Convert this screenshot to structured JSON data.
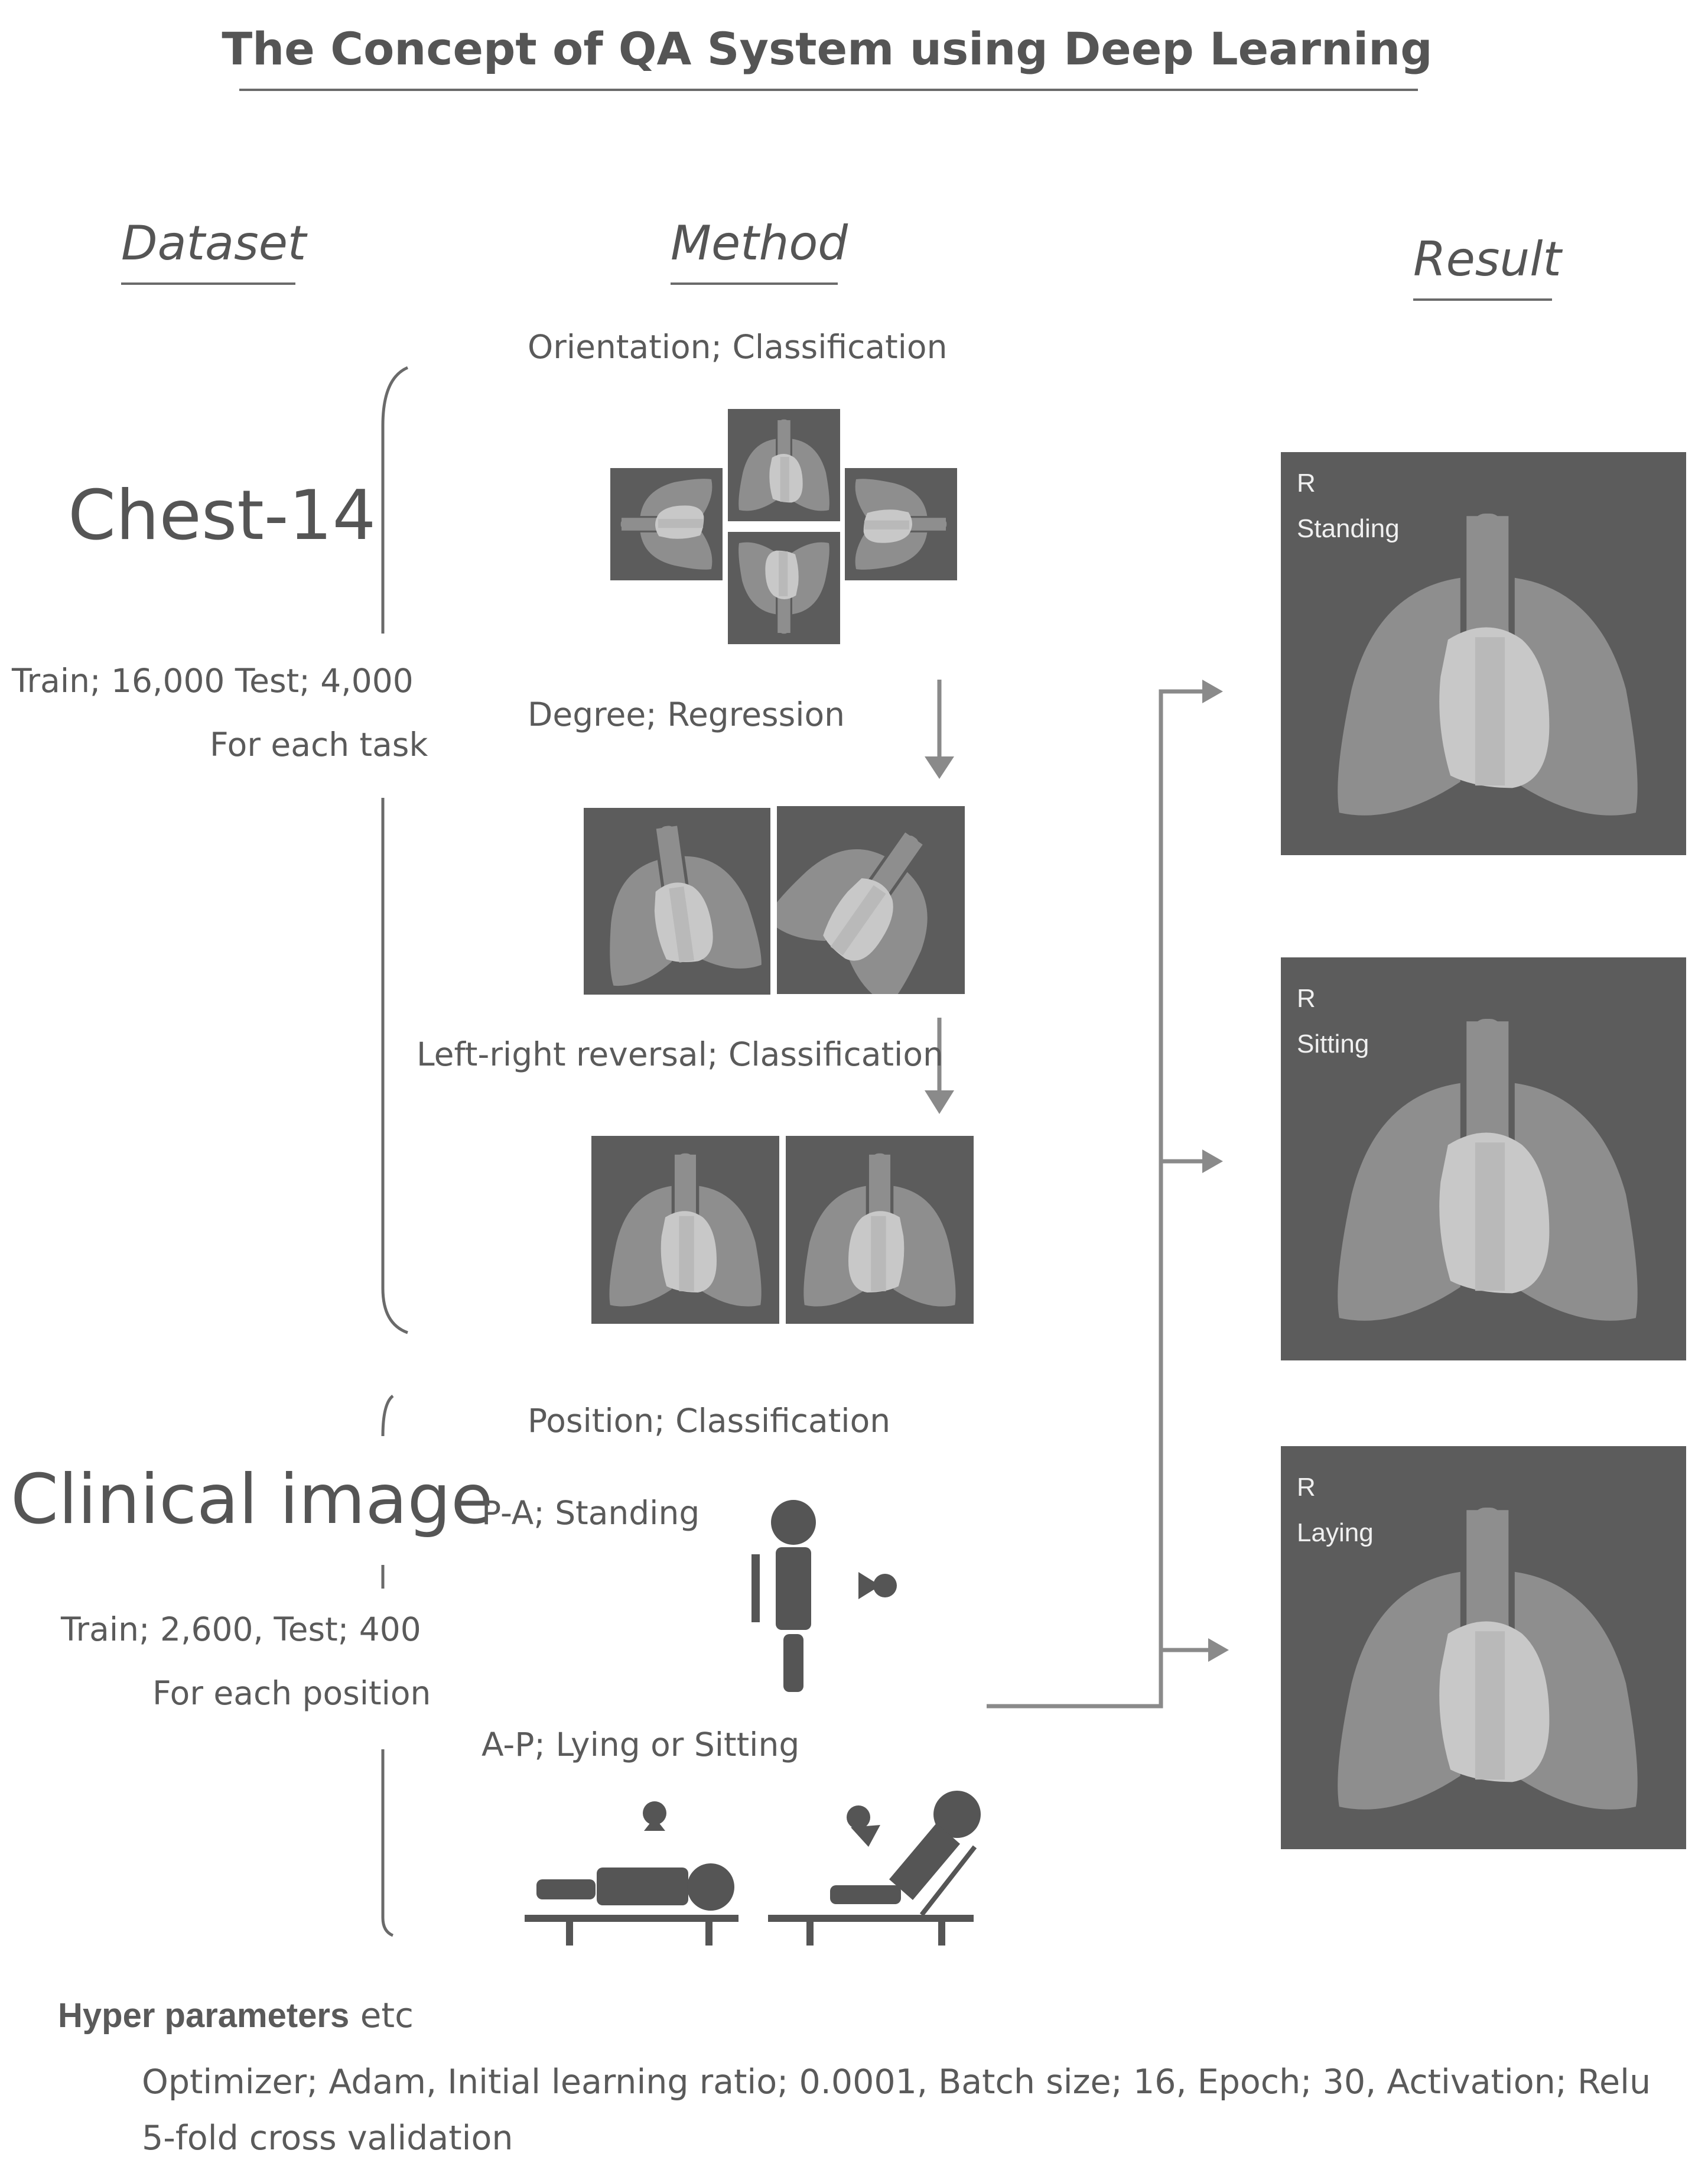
{
  "title": "The Concept of QA System using Deep Learning",
  "columns": {
    "dataset": "Dataset",
    "method": "Method",
    "result": "Result"
  },
  "dataset": {
    "chest": {
      "name": "Chest-14",
      "counts": "Train; 16,000  Test; 4,000",
      "per": "For each task"
    },
    "clinical": {
      "name": "Clinical image",
      "counts": "Train; 2,600, Test; 400",
      "per": "For each position"
    }
  },
  "method": {
    "orientation": "Orientation; Classification",
    "degree": "Degree; Regression",
    "reversal": "Left-right reversal; Classification",
    "position": "Position; Classification",
    "pa": "P-A; Standing",
    "ap": "A-P; Lying or Sitting"
  },
  "results": [
    {
      "marker": "R",
      "label": "Standing"
    },
    {
      "marker": "R",
      "label": "Sitting"
    },
    {
      "marker": "R",
      "label": "Laying"
    }
  ],
  "hyper": {
    "heading_bold": "Hyper parameters",
    "heading_rest": " etc",
    "line1": "Optimizer; Adam, Initial learning ratio; 0.0001, Batch size; 16, Epoch; 30, Activation; Relu",
    "line2": "5-fold cross validation"
  },
  "colors": {
    "text": "#555555",
    "panel": "#5c5c5c",
    "lung": "#8e8e8e",
    "heart": "#c8c8c8",
    "arrow": "#8a8a8a"
  }
}
